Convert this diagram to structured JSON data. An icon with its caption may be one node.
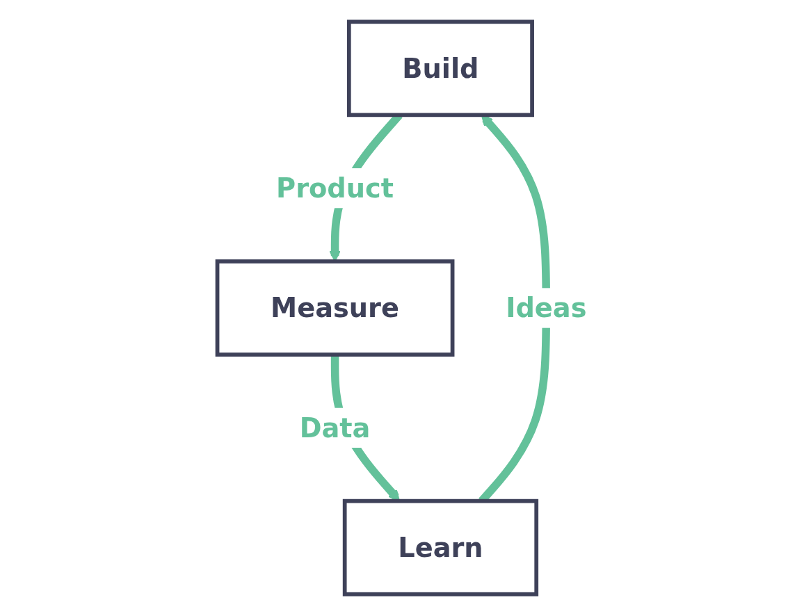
{
  "diagram": {
    "nodes": [
      {
        "text": [
          "Build"
        ]
      },
      {
        "text": [
          "Measure"
        ]
      },
      {
        "text": [
          "Learn"
        ]
      }
    ],
    "edges": [
      {
        "from": 0,
        "to": 1,
        "arrow": "to",
        "label": "Product"
      },
      {
        "from": 1,
        "to": 2,
        "arrow": "to",
        "label": "Data"
      },
      {
        "from": 2,
        "to": 0,
        "arrow": "to",
        "label": "Ideas"
      }
    ]
  }
}
